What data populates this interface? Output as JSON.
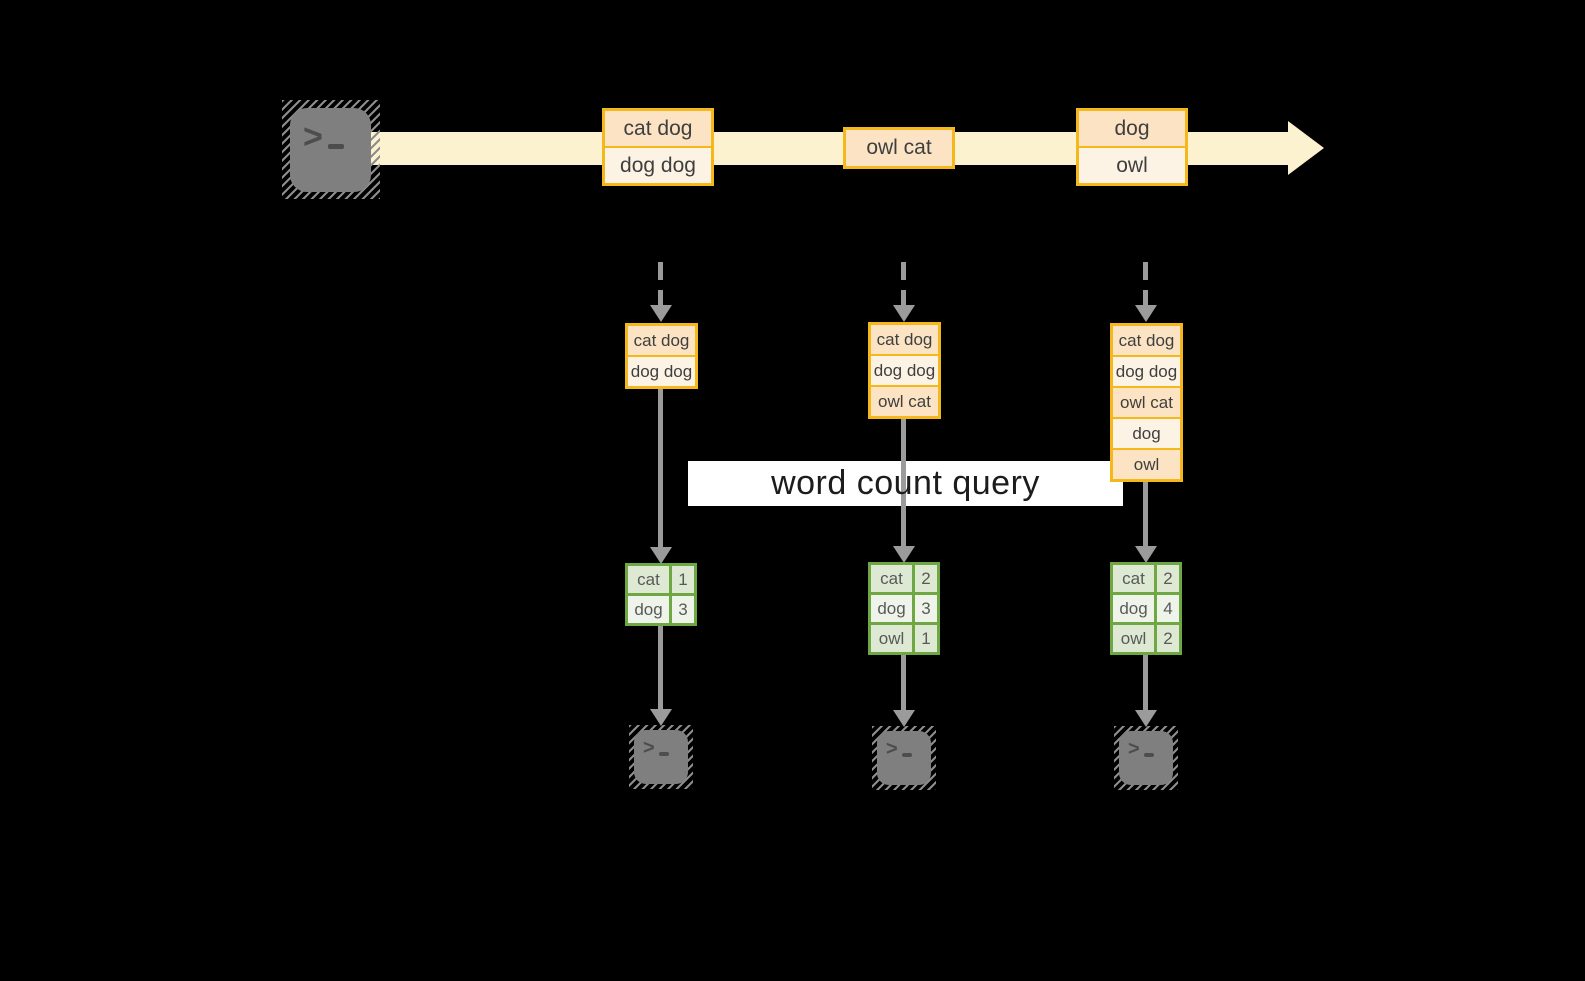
{
  "banner": {
    "label": "word count query"
  },
  "stream": {
    "events": [
      {
        "lines": [
          "cat dog",
          "dog dog"
        ]
      },
      {
        "lines": [
          "owl cat"
        ]
      },
      {
        "lines": [
          "dog",
          "owl"
        ]
      }
    ]
  },
  "columns": [
    {
      "buffer": [
        "cat dog",
        "dog dog"
      ],
      "counts": [
        {
          "word": "cat",
          "count": "1"
        },
        {
          "word": "dog",
          "count": "3"
        }
      ]
    },
    {
      "buffer": [
        "cat dog",
        "dog dog",
        "owl cat"
      ],
      "counts": [
        {
          "word": "cat",
          "count": "2"
        },
        {
          "word": "dog",
          "count": "3"
        },
        {
          "word": "owl",
          "count": "1"
        }
      ]
    },
    {
      "buffer": [
        "cat dog",
        "dog dog",
        "owl cat",
        "dog",
        "owl"
      ],
      "counts": [
        {
          "word": "cat",
          "count": "2"
        },
        {
          "word": "dog",
          "count": "4"
        },
        {
          "word": "owl",
          "count": "2"
        }
      ]
    }
  ],
  "terminal": {
    "prompt_chevron": ">"
  },
  "colors": {
    "background": "#000000",
    "stream_fill": "#fdf2cf",
    "event_border": "#f5b81a",
    "event_fill_dark": "#fbe3c3",
    "event_fill_light": "#fdf3e4",
    "table_border": "#6fa843",
    "table_fill_dark": "#dde9d2",
    "table_fill_light": "#eef4ea",
    "arrow_gray": "#9b9b9b",
    "terminal_gray": "#7f7f7f",
    "banner_bg": "#ffffff",
    "banner_text": "#1c1c1c"
  }
}
